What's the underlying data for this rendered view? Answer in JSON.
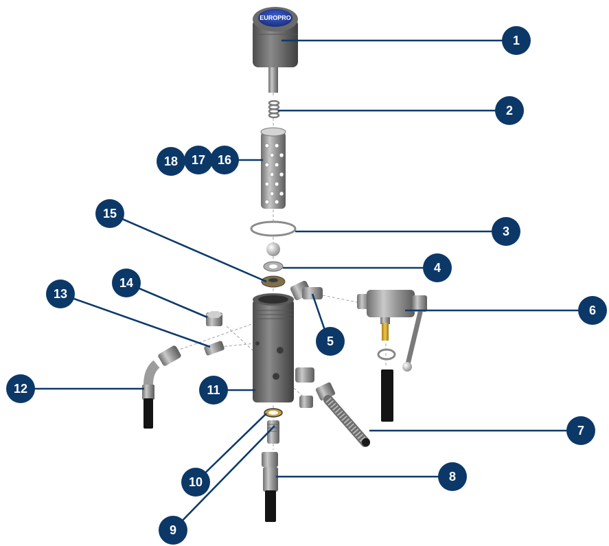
{
  "knob": {
    "brand_text": "EUROPRO"
  },
  "callouts": [
    {
      "id": "1",
      "label": "1"
    },
    {
      "id": "2",
      "label": "2"
    },
    {
      "id": "3",
      "label": "3"
    },
    {
      "id": "4",
      "label": "4"
    },
    {
      "id": "5",
      "label": "5"
    },
    {
      "id": "6",
      "label": "6"
    },
    {
      "id": "7",
      "label": "7"
    },
    {
      "id": "8",
      "label": "8"
    },
    {
      "id": "9",
      "label": "9"
    },
    {
      "id": "10",
      "label": "10"
    },
    {
      "id": "11",
      "label": "11"
    },
    {
      "id": "12",
      "label": "12"
    },
    {
      "id": "13",
      "label": "13"
    },
    {
      "id": "14",
      "label": "14"
    },
    {
      "id": "15",
      "label": "15"
    },
    {
      "id": "16",
      "label": "16"
    },
    {
      "id": "17",
      "label": "17"
    },
    {
      "id": "18",
      "label": "18"
    }
  ],
  "colors": {
    "callout_fill": "#0c3868",
    "leader": "#0d3a6b",
    "metal": "#9a9a9a",
    "knob_badge": "#2a46a8",
    "hose": "#141414",
    "brass": "#d4a52a"
  }
}
